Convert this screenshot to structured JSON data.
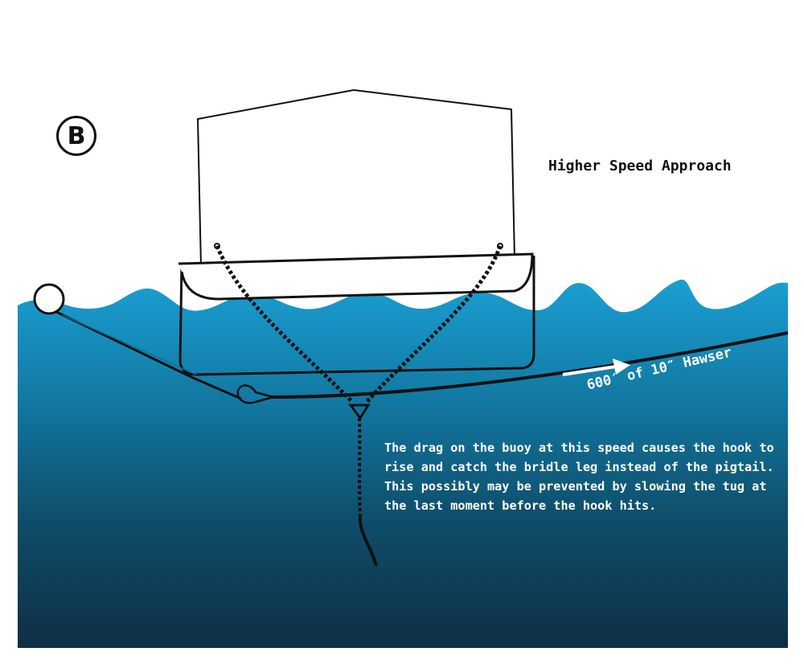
{
  "figure": {
    "badge_letter": "B",
    "title": "Higher Speed Approach",
    "hawser_label": "600′ of 10″ Hawser",
    "caption": "The drag on the buoy at this speed causes the hook to rise and catch the bridle leg instead of the pigtail. This possibly may be prevented by slowing the tug at the last moment before the hook hits."
  },
  "colors": {
    "water_surface": "#1a9fd2",
    "water_deep": "#0e2f45",
    "outline": "#111111",
    "label_text": "#ffffff"
  }
}
